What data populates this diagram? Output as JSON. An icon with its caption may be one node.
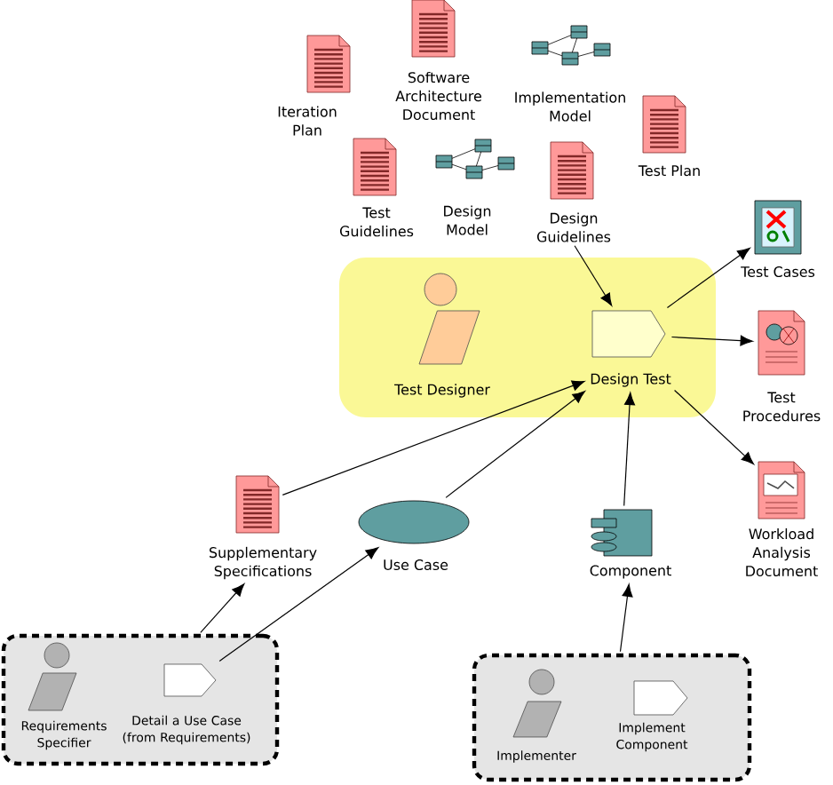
{
  "diagram": {
    "nodes": [
      {
        "text": [
          "Iteration Plan"
        ]
      },
      {
        "text": [
          "Software Architecture Document"
        ]
      },
      {
        "text": [
          "Implementation Model"
        ]
      },
      {
        "text": [
          "Test Plan"
        ]
      },
      {
        "text": [
          "Test Guidelines"
        ]
      },
      {
        "text": [
          "Design Model"
        ]
      },
      {
        "text": [
          "Design Guidelines"
        ]
      },
      {
        "text": [],
        "shape": "box"
      },
      {
        "text": [
          "Test Designer"
        ],
        "in": 7
      },
      {
        "text": [
          "Design Test"
        ],
        "in": 7
      },
      {
        "text": [
          "Test Cases"
        ]
      },
      {
        "text": [
          "Test Procedures"
        ]
      },
      {
        "text": [
          "Workload Analysis Document"
        ]
      },
      {
        "text": [
          "Supplementary Specifications"
        ]
      },
      {
        "text": [
          "Use Case"
        ]
      },
      {
        "text": [
          "Component"
        ]
      },
      {
        "text": [],
        "shape": "box"
      },
      {
        "text": [
          "Requirements Specifier"
        ],
        "in": 16
      },
      {
        "text": [
          "Detail a Use Case (from Requirements)"
        ],
        "in": 16
      },
      {
        "text": [],
        "shape": "box"
      },
      {
        "text": [
          "Implementer"
        ],
        "in": 19
      },
      {
        "text": [
          "Implement Component"
        ],
        "in": 19
      }
    ],
    "edges": [
      {
        "from": 6,
        "to": 9,
        "arrow": "to"
      },
      {
        "from": 9,
        "to": 10,
        "arrow": "to"
      },
      {
        "from": 9,
        "to": 11,
        "arrow": "to"
      },
      {
        "from": 9,
        "to": 12,
        "arrow": "to"
      },
      {
        "from": 13,
        "to": 9,
        "arrow": "to"
      },
      {
        "from": 14,
        "to": 9,
        "arrow": "to"
      },
      {
        "from": 15,
        "to": 9,
        "arrow": "to"
      },
      {
        "from": 16,
        "to": 13,
        "arrow": "to"
      },
      {
        "from": 18,
        "to": 14,
        "arrow": "to"
      },
      {
        "from": 19,
        "to": 15,
        "arrow": "to"
      }
    ]
  }
}
